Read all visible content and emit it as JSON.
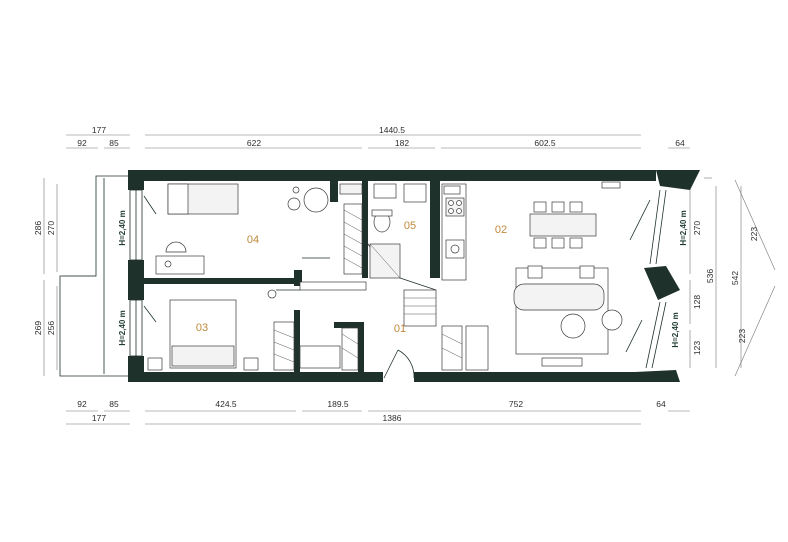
{
  "plan": {
    "rooms": [
      "01",
      "02",
      "03",
      "04",
      "05"
    ],
    "ceiling_height": "H=2,40 m",
    "dims_top_row1": [
      "177",
      "1440.5"
    ],
    "dims_top_row2": [
      "92",
      "85",
      "622",
      "182",
      "602.5",
      "64"
    ],
    "dims_bottom_row1": [
      "92",
      "85",
      "424.5",
      "189.5",
      "752",
      "64"
    ],
    "dims_bottom_row2": [
      "177",
      "1386"
    ],
    "dims_left": [
      "286",
      "270",
      "269",
      "256"
    ],
    "dims_right_inner": [
      "270",
      "128",
      "123"
    ],
    "dims_right_mid": [
      "536"
    ],
    "dims_right_outer": [
      "542"
    ],
    "dims_right_diag": [
      "223",
      "223"
    ]
  }
}
